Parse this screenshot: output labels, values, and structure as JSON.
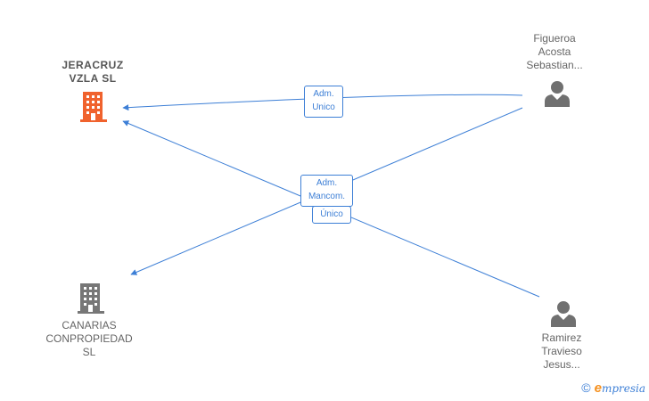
{
  "colors": {
    "edge": "#3d7fd6",
    "company_main": "#f0622d",
    "company_other": "#777777",
    "person": "#707070"
  },
  "nodes": {
    "jeracruz": {
      "label": "JERACRUZ\nVZLA  SL",
      "icon": "building-icon"
    },
    "canarias": {
      "label": "CANARIAS\nCONPROPIEDAD\nSL",
      "icon": "building-icon"
    },
    "figueroa": {
      "label": "Figueroa\nAcosta\nSebastian...",
      "icon": "person-icon"
    },
    "ramirez": {
      "label": "Ramirez\nTravieso\nJesus...",
      "icon": "person-icon"
    }
  },
  "edges": {
    "adm_unico": {
      "line1": "Adm.",
      "line2": "Unico"
    },
    "adm_mancom": {
      "line1": "Adm.",
      "line2": "Mancom."
    },
    "unico": {
      "text": "Único"
    }
  },
  "brand": {
    "copyright": "©",
    "first": "e",
    "rest": "mpresia"
  }
}
